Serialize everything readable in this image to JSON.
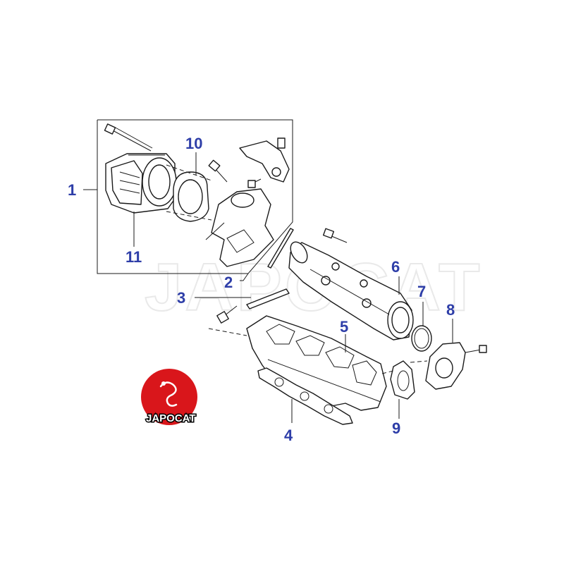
{
  "diagram": {
    "watermark": "JAPOCAT",
    "logo_text": "JAPOCAT",
    "accent_color": "#2e3ea8",
    "logo_color": "#d9161b",
    "callouts": [
      "1",
      "2",
      "3",
      "4",
      "5",
      "6",
      "7",
      "8",
      "9",
      "10",
      "11"
    ]
  }
}
